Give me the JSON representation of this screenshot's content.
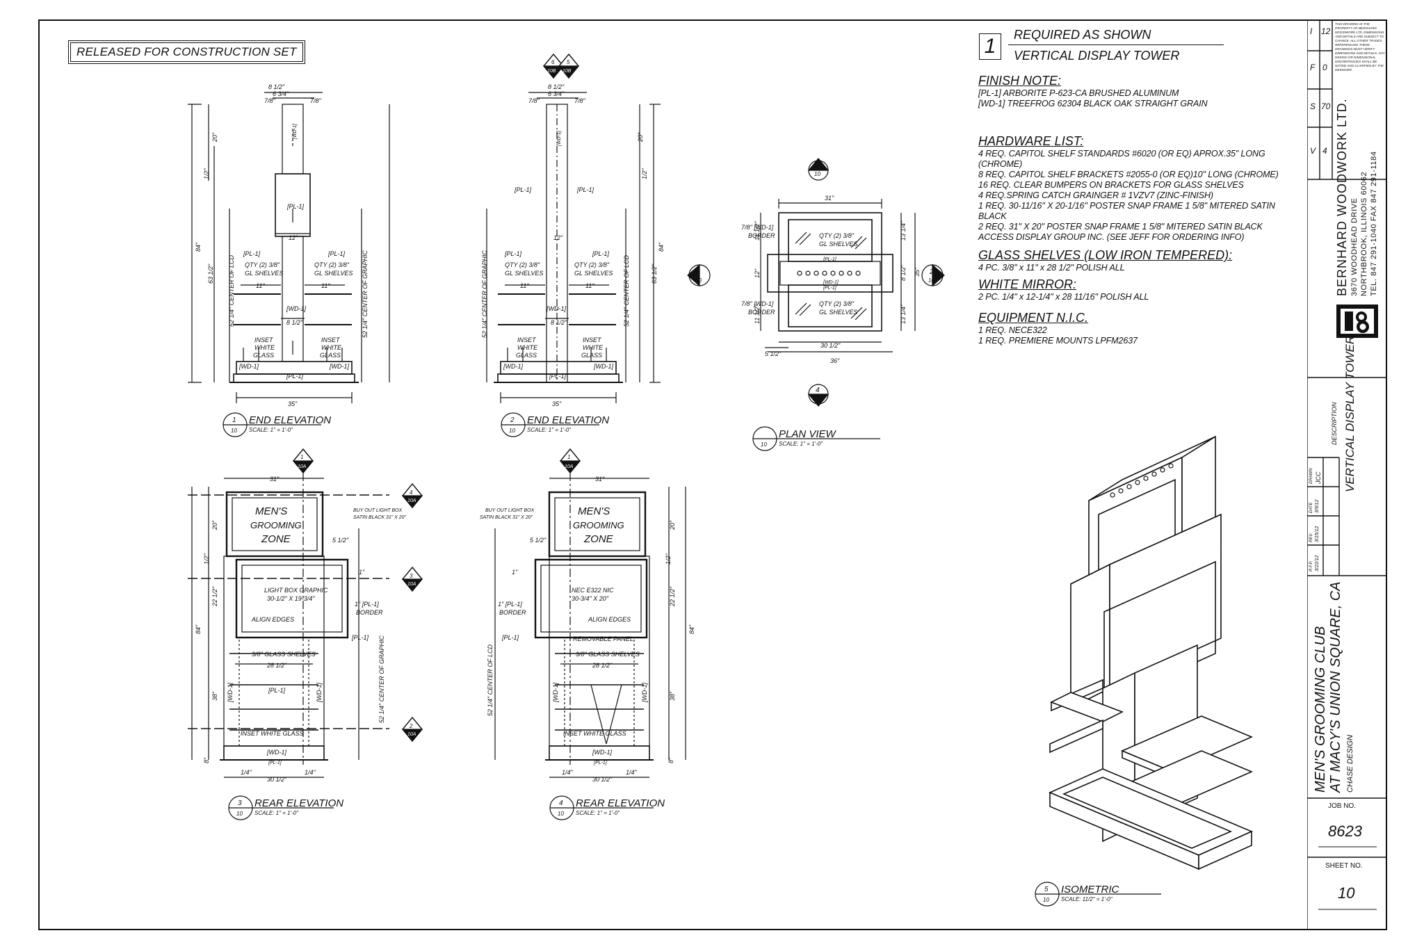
{
  "sheet": {
    "released_label": "RELEASED FOR CONSTRUCTION SET"
  },
  "notes": {
    "item_number": "1",
    "required": "REQUIRED AS SHOWN",
    "item_name": "VERTICAL DISPLAY TOWER",
    "finish_heading": "FINISH NOTE:",
    "finish_lines": [
      "[PL-1] ARBORITE P-623-CA BRUSHED ALUMINUM",
      "[WD-1] TREEFROG 62304 BLACK OAK STRAIGHT GRAIN"
    ],
    "hardware_heading": "HARDWARE LIST:",
    "hardware_lines": [
      "4 REQ. CAPITOL SHELF STANDARDS #6020 (OR EQ) APROX.35\" LONG (CHROME)",
      "8 REQ. CAPITOL SHELF BRACKETS #2055-0 (OR EQ)10\" LONG (CHROME)",
      "16 REQ. CLEAR BUMPERS ON BRACKETS FOR GLASS SHELVES",
      "4 REQ.SPRING CATCH GRAINGER # 1VZV7 (ZINC-FINISH)",
      "1 REQ. 30-11/16\" X 20-1/16\" POSTER SNAP FRAME 1 5/8\" MITERED SATIN BLACK",
      "2 REQ. 31\" X 20\" POSTER SNAP FRAME 1 5/8\" MITERED SATIN BLACK",
      "ACCESS DISPLAY GROUP INC. (SEE JEFF FOR ORDERING INFO)"
    ],
    "glass_heading": "GLASS SHELVES (LOW IRON TEMPERED):",
    "glass_lines": [
      "4 PC. 3/8\" x 11\" x 28 1/2\" POLISH ALL"
    ],
    "mirror_heading": "WHITE MIRROR:",
    "mirror_lines": [
      "2 PC. 1/4\" x 12-1/4\" x 28 11/16\" POLISH ALL"
    ],
    "equipment_heading": "EQUIPMENT N.I.C.",
    "equipment_lines": [
      "1 REQ. NECE322",
      "1 REQ. PREMIERE MOUNTS LPFM2637"
    ]
  },
  "views": {
    "v1": {
      "num": "1",
      "sheet": "10",
      "title": "END ELEVATION",
      "scale": "SCALE: 1\" = 1'-0\""
    },
    "v2": {
      "num": "2",
      "sheet": "10",
      "title": "END ELEVATION",
      "scale": "SCALE: 1\" = 1'-0\""
    },
    "plan": {
      "num": "",
      "sheet": "10",
      "title": "PLAN VIEW",
      "scale": "SCALE: 1\" = 1'-0\""
    },
    "v3": {
      "num": "3",
      "sheet": "10",
      "title": "REAR ELEVATION",
      "scale": "SCALE: 1\" = 1'-0\""
    },
    "v4": {
      "num": "4",
      "sheet": "10",
      "title": "REAR ELEVATION",
      "scale": "SCALE: 1\" = 1'-0\""
    },
    "iso": {
      "num": "5",
      "sheet": "10",
      "title": "ISOMETRIC",
      "scale": "SCALE: 11/2\" = 1'-0\""
    }
  },
  "labels": {
    "pl1": "[PL-1]",
    "wd1": "[WD-1]",
    "qty_shelves_a": "QTY (2) 3/8\"",
    "qty_shelves_b": "GL SHELVES",
    "inset_a": "INSET",
    "inset_b": "WHITE",
    "inset_c": "GLASS",
    "center_lcd": "52 1/4\" CENTER OF LCD",
    "center_graphic": "52 1/4\" CENTER OF GRAPHIC",
    "d_8half": "8 1/2\"",
    "d_6_3q": "6 3/4\"",
    "d_7_8": "7/8\"",
    "d_20": "20\"",
    "d_12": "12\"",
    "d_11": "11\"",
    "d_84": "84\"",
    "d_63half": "63 1/2\"",
    "d_35": "35\"",
    "d_31": "31\"",
    "d_36": "36\"",
    "d_30half": "30 1/2\"",
    "d_5half": "5 1/2\"",
    "d_11half": "11 1/2\"",
    "d_13q": "13 1/4\"",
    "d_22half": "22 1/2\"",
    "d_28half": "28 1/2\"",
    "d_38": "38\"",
    "d_1": "1\"",
    "d_1_4": "1/4\"",
    "d_half": "1/2\"",
    "d_8": "8\"",
    "border_7_8_wd1": "7/8\" [WD-1]",
    "border": "BORDER",
    "border_1_pl1": "1\" [PL-1]",
    "mens": "MEN'S",
    "grooming": "GROOMING",
    "zone": "ZONE",
    "buy_out_a": "BUY OUT LIGHT BOX",
    "buy_out_b": "SATIN BLACK 31\" X 20\"",
    "light_box_a": "LIGHT BOX GRAPHIC",
    "light_box_b": "30-1/2\" X 19-3/4\"",
    "align_edges": "ALIGN EDGES",
    "glass_shelves": "3/8\" GLASS SHELVES",
    "inset_white_glass": "INSET WHITE GLASS",
    "nec_a": "NEC E322 NIC",
    "nec_b": "30-3/4\" X 20\"",
    "removable_panel": "REMOVABLE PANEL",
    "tag_6": "6",
    "tag_5": "5",
    "tag_10b": "10B",
    "tag_10a": "10A",
    "tag_1": "1",
    "tag_2": "2",
    "tag_3": "3",
    "tag_4": "4",
    "tag_10": "10"
  },
  "title_block": {
    "company": "BERNHARD WOODWORK LTD.",
    "address1": "3670 WOODHEAD DRIVE",
    "address2": "NORTHBROOK, ILLINOIS 60062",
    "phone": "TEL. 847 291-1040     FAX 847 291-1184",
    "legal": "THIS DRAWING IS THE PROPERTY OF BERNHARD WOODWORK LTD. DIMENSIONS AND DETAILS ARE SUBJECT TO CHANGE. ALL OTHER TRADES REFERENCING THESE DRAWINGS MUST VERIFY DIMENSIONS AND DETAILS. ANY DESIGN OR DIMENSIONAL DISCREPANCIES SHALL BE NOTED AND CLARIFIED BY THE DESIGNER.",
    "codes_row1": [
      "V",
      "S",
      "F",
      "I"
    ],
    "codes_row2": [
      "4",
      "70",
      "0",
      "12"
    ],
    "description_label": "DESCRIPTION",
    "description": "VERTICAL DISPLAY TOWER",
    "col_drawn": "DRAWN",
    "col_date": "DATE",
    "col_rev": "REV.",
    "col_rfp": "R.F.P.",
    "val_drawn": "JCC",
    "val_date": "3/9/12",
    "val_rev": "3/15/12",
    "val_rfp": "3/22/12",
    "project1": "MEN'S GROOMING CLUB",
    "project2": "AT MACY'S UNION SQUARE, CA",
    "designer": "CHASE DESIGN",
    "job_label": "JOB NO.",
    "job_no": "8623",
    "sheet_label": "SHEET NO.",
    "sheet_no": "10"
  }
}
